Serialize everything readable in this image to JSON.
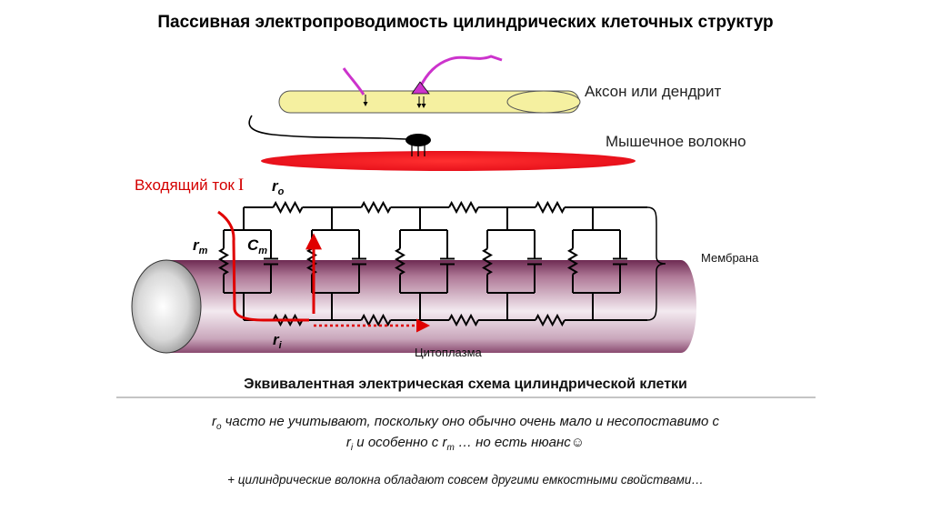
{
  "title": "Пассивная электропроводимость цилиндрических клеточных структур",
  "labels": {
    "axon": "Аксон или дендрит",
    "muscle": "Мышечное волокно",
    "current": "Входящий ток",
    "current_symbol": "I",
    "membrane": "Мембрана",
    "cytoplasm": "Цитоплазма"
  },
  "symbols": {
    "ro_main": "r",
    "ro_sub": "o",
    "rm_main": "r",
    "rm_sub": "m",
    "cm_main": "C",
    "cm_sub": "m",
    "ri_main": "r",
    "ri_sub": "i"
  },
  "caption": "Эквивалентная электрическая схема цилиндрической клетки",
  "notes": {
    "line1_sym": "r",
    "line1_sub": "o",
    "line1_text": " часто не учитывают, поскольку оно обычно очень мало и несопоставимо с",
    "line2_sym1": "r",
    "line2_sub1": "i",
    "line2_mid": " и особенно с ",
    "line2_sym2": "r",
    "line2_sub2": "m",
    "line2_text": " … но есть нюанс☺",
    "line3": "+ цилиндрические волокна обладают совсем другими емкостными свойствами…"
  },
  "colors": {
    "axon_fill": "#f5f0a0",
    "muscle_fill": "#e8111b",
    "current_arrow": "#e00000",
    "cylinder_body": "#a06080",
    "synapse": "#cc33cc"
  }
}
